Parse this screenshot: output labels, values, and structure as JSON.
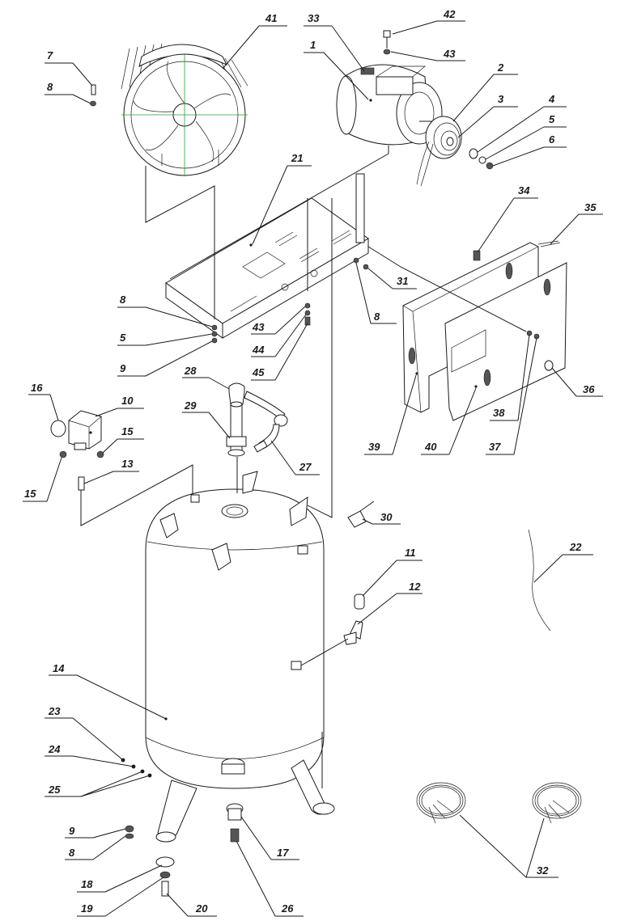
{
  "callouts": {
    "c1": "1",
    "c2": "2",
    "c3": "3",
    "c4": "4",
    "c5a": "5",
    "c6": "6",
    "c7": "7",
    "c8a": "8",
    "c33": "33",
    "c41": "41",
    "c42": "42",
    "c43a": "43",
    "c21": "21",
    "c34": "34",
    "c35": "35",
    "c31": "31",
    "c8b": "8",
    "c8c": "8",
    "c5b": "5",
    "c9a": "9",
    "c43b": "43",
    "c44": "44",
    "c45": "45",
    "c28": "28",
    "c29": "29",
    "c27": "27",
    "c16": "16",
    "c10": "10",
    "c15a": "15",
    "c15b": "15",
    "c13": "13",
    "c36": "36",
    "c38": "38",
    "c37": "37",
    "c39": "39",
    "c40": "40",
    "c30": "30",
    "c22": "22",
    "c11": "11",
    "c12": "12",
    "c14": "14",
    "c23": "23",
    "c24": "24",
    "c25": "25",
    "c9b": "9",
    "c8d": "8",
    "c17": "17",
    "c18": "18",
    "c19": "19",
    "c20": "20",
    "c26": "26",
    "c32": "32"
  },
  "colors": {
    "line": "#1a1a1a",
    "crosshair": "#2a9a3a",
    "background": "#ffffff"
  }
}
